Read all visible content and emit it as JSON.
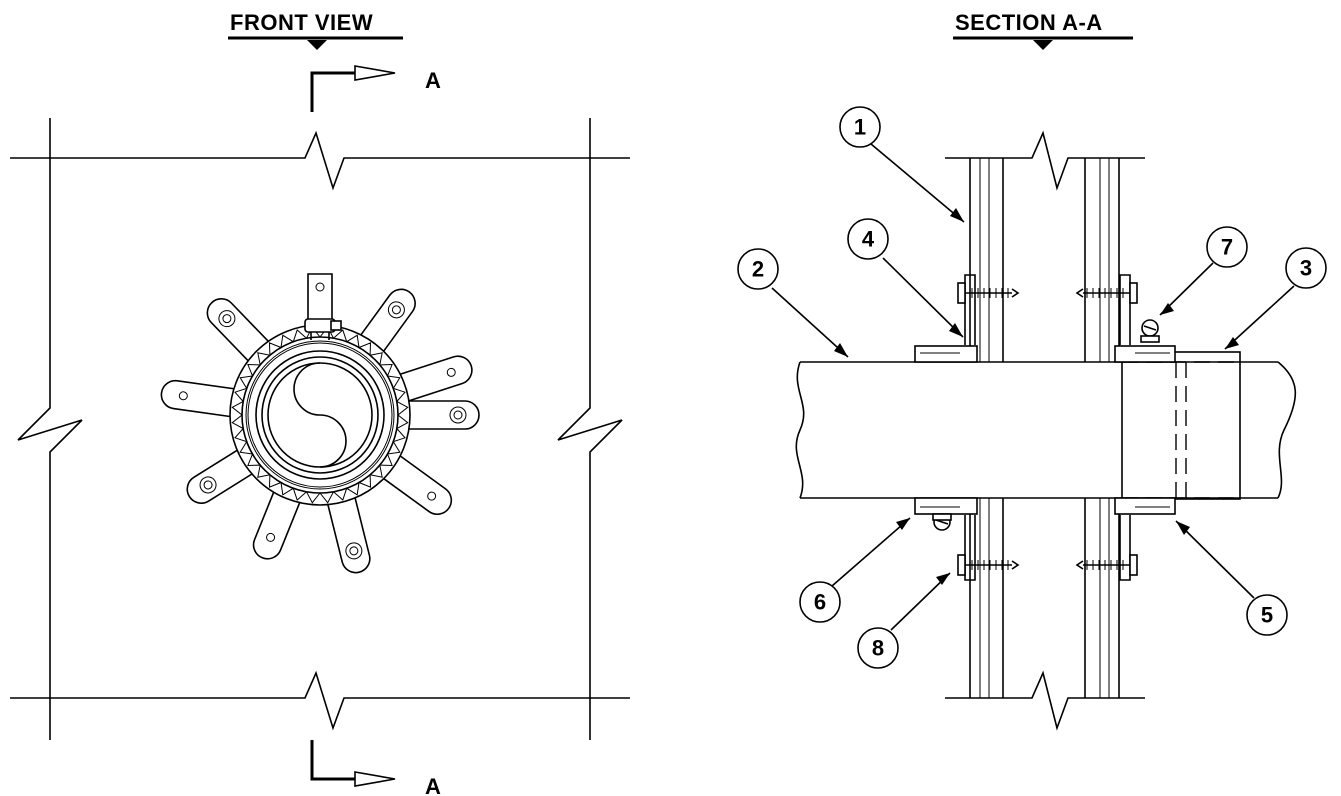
{
  "views": {
    "front": {
      "title": "FRONT VIEW"
    },
    "section": {
      "title": "SECTION A-A"
    }
  },
  "section_markers": {
    "top": "A",
    "bottom": "A"
  },
  "callouts": [
    "1",
    "2",
    "3",
    "4",
    "5",
    "6",
    "7",
    "8"
  ]
}
